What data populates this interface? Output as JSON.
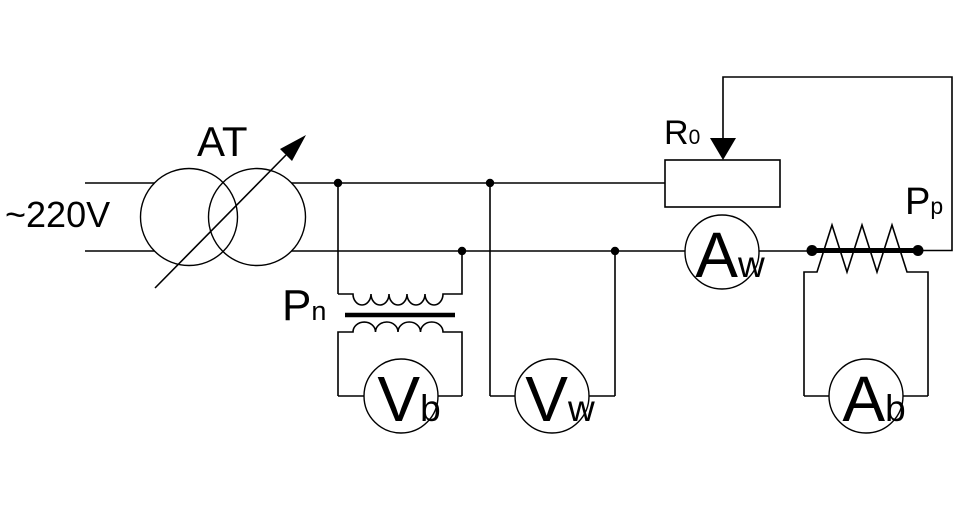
{
  "labels": {
    "source": "~220V",
    "autotransformer": "AT",
    "matching_transformer": {
      "main": "P",
      "sub": "n"
    },
    "rheostat": {
      "main": "R",
      "sub": "0"
    },
    "slide_wire": {
      "main": "P",
      "sub": "p"
    },
    "voltmeter_b": {
      "main": "V",
      "sub": "b"
    },
    "voltmeter_w": {
      "main": "V",
      "sub": "w"
    },
    "ammeter_w": {
      "main": "A",
      "sub": "w"
    },
    "ammeter_b": {
      "main": "A",
      "sub": "b"
    }
  },
  "colors": {
    "line": "#000000",
    "background": "#ffffff"
  }
}
